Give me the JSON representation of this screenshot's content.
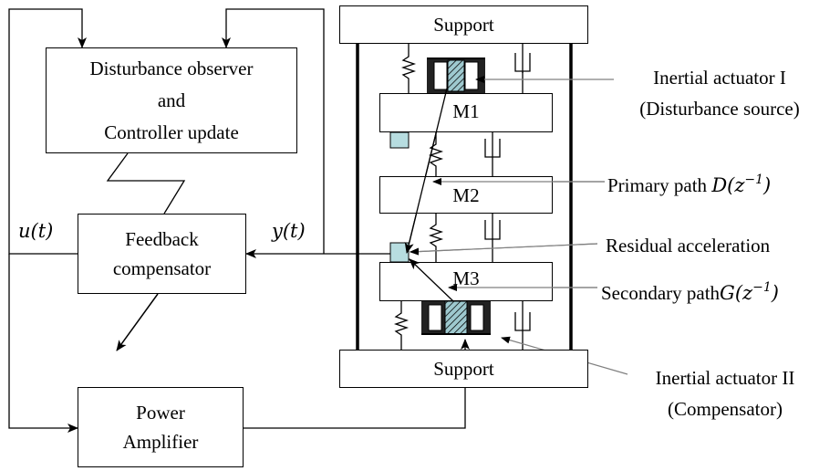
{
  "blocks": {
    "observer": {
      "line1": "Disturbance observer",
      "line2": "and",
      "line3": "Controller update"
    },
    "feedback": {
      "line1": "Feedback",
      "line2": "compensator"
    },
    "amplifier": {
      "line1": "Power",
      "line2": "Amplifier"
    },
    "support_top": "Support",
    "support_bottom": "Support",
    "m1": "M1",
    "m2": "M2",
    "m3": "M3"
  },
  "signals": {
    "u": "u(t)",
    "y": "y(t)"
  },
  "annotations": {
    "actuator1": {
      "line1": "Inertial actuator I",
      "line2": "(Disturbance source)"
    },
    "primary_text": "Primary path",
    "primary_math": {
      "base": "D(z",
      "exp": "−1",
      "close": ")"
    },
    "residual": "Residual acceleration",
    "secondary_text": "Secondary path",
    "secondary_math": {
      "base": "G(z",
      "exp": "−1",
      "close": ")"
    },
    "actuator2": {
      "line1": "Inertial actuator II",
      "line2": "(Compensator)"
    }
  },
  "colors": {
    "sensor": "#b7dde0",
    "line": "#000000",
    "leader": "#808080"
  }
}
